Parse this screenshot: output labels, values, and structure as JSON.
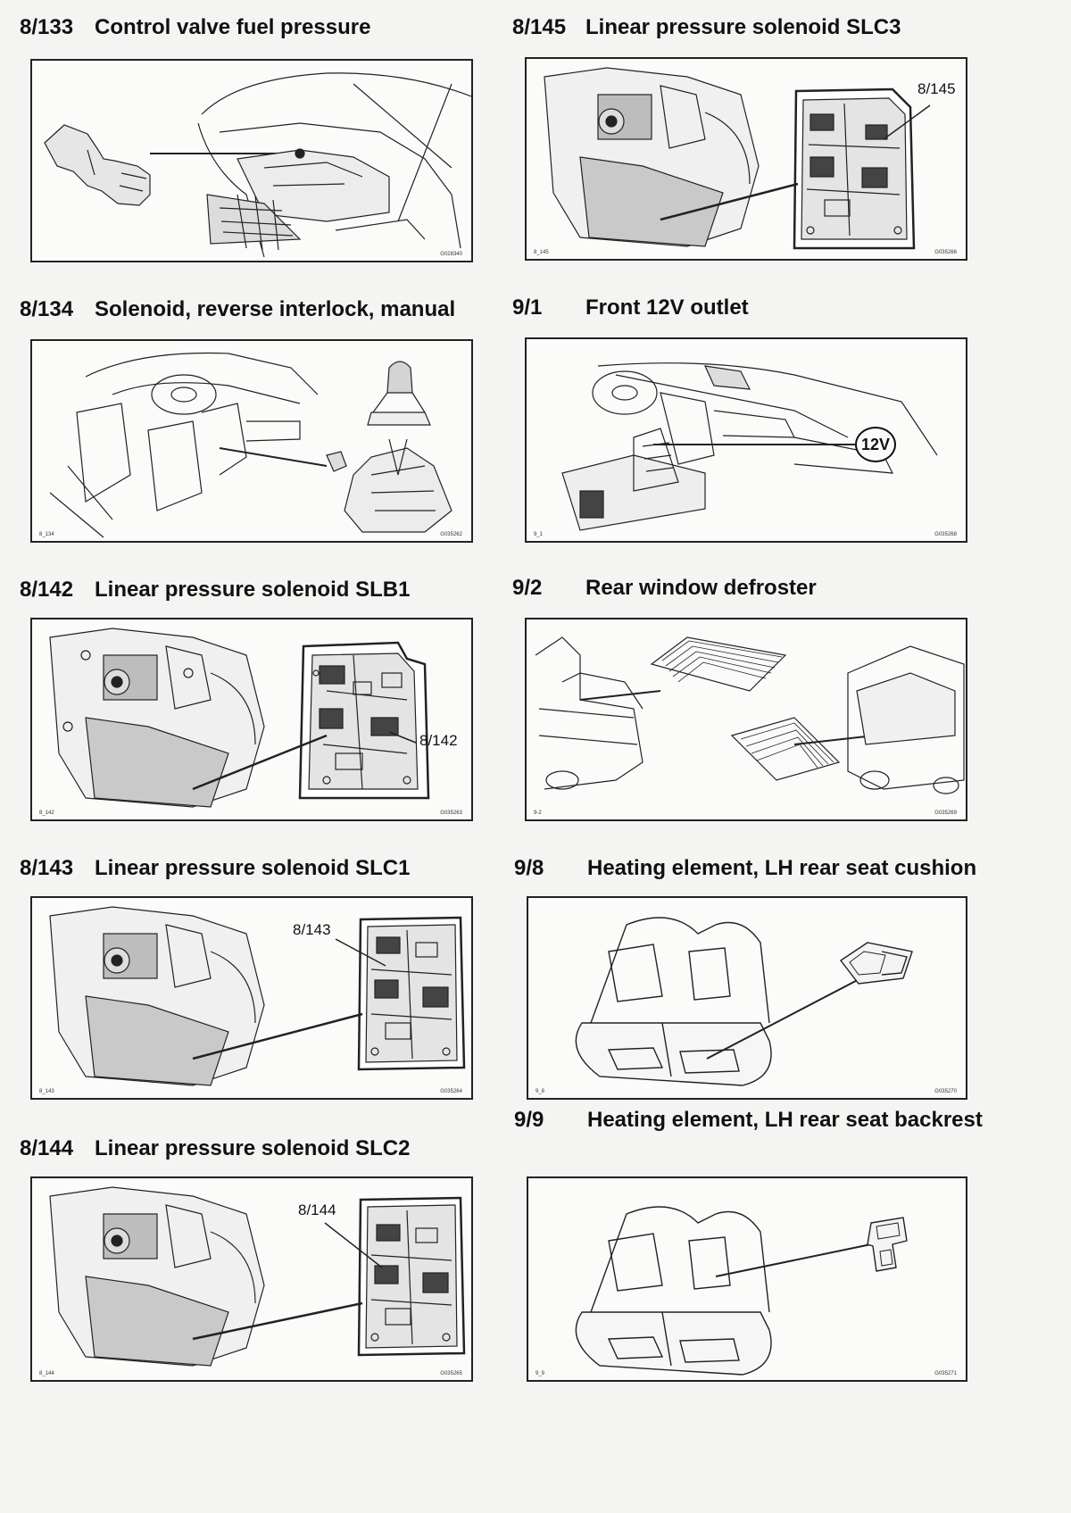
{
  "sections": {
    "s8_133": {
      "code": "8/133",
      "title": "Control valve fuel pressure",
      "fig_left": "",
      "fig_right": "G028340"
    },
    "s8_145": {
      "code": "8/145",
      "title": "Linear pressure solenoid SLC3",
      "fig_left": "8_145",
      "fig_right": "G035266",
      "callout": "8/145"
    },
    "s8_134": {
      "code": "8/134",
      "title": "Solenoid, reverse interlock, manual",
      "fig_left": "8_134",
      "fig_right": "G035262"
    },
    "s9_1": {
      "code": "9/1",
      "title": "Front 12V outlet",
      "fig_left": "9_1",
      "fig_right": "G035268",
      "callout": "12V"
    },
    "s8_142": {
      "code": "8/142",
      "title": "Linear pressure solenoid SLB1",
      "fig_left": "8_142",
      "fig_right": "G035263",
      "callout": "8/142"
    },
    "s9_2": {
      "code": "9/2",
      "title": "Rear window defroster",
      "fig_left": "9-2",
      "fig_right": "G035269"
    },
    "s8_143": {
      "code": "8/143",
      "title": "Linear pressure solenoid SLC1",
      "fig_left": "8_143",
      "fig_right": "G035264",
      "callout": "8/143"
    },
    "s9_8": {
      "code": "9/8",
      "title": "Heating element, LH rear seat cushion",
      "fig_left": "9_8",
      "fig_right": "G035270"
    },
    "s8_144": {
      "code": "8/144",
      "title": "Linear pressure solenoid SLC2",
      "fig_left": "8_144",
      "fig_right": "G035265",
      "callout": "8/144"
    },
    "s9_9": {
      "code": "9/9",
      "title": "Heating element, LH rear seat backrest",
      "fig_left": "9_9",
      "fig_right": "G035271"
    }
  },
  "icons": {
    "engine_bay": "engine-bay-illustration",
    "transmission": "transmission-valve-body-illustration",
    "gear_shifter": "gear-shifter-illustration",
    "dashboard": "dashboard-illustration",
    "rear_window": "rear-window-illustration",
    "rear_seat": "rear-seat-illustration"
  }
}
